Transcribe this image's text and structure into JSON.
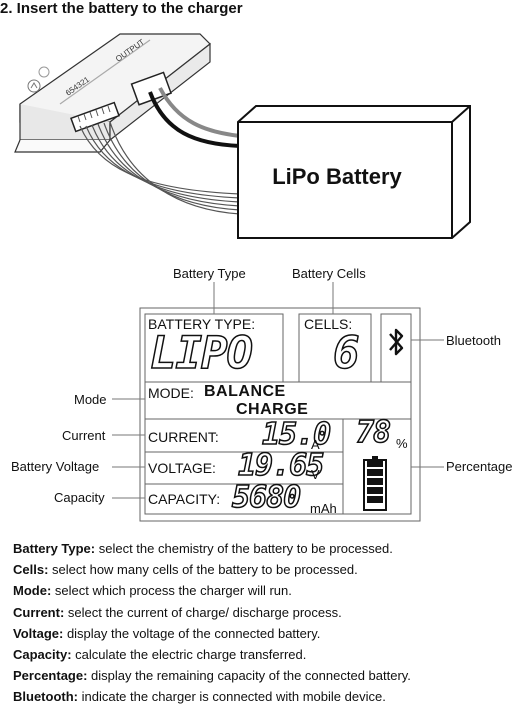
{
  "page": {
    "step_title": "2. Insert the battery to the charger"
  },
  "illustration": {
    "port_label": "654321",
    "output_label": "OUTPUT",
    "battery_label": "LiPo Battery"
  },
  "lcd": {
    "callouts": {
      "battery_type": "Battery Type",
      "battery_cells": "Battery Cells",
      "bluetooth": "Bluetooth",
      "mode": "Mode",
      "current": "Current",
      "battery_voltage": "Battery Voltage",
      "capacity": "Capacity",
      "percentage": "Percentage"
    },
    "battery_type_label": "BATTERY TYPE:",
    "battery_type_value": "LIPO",
    "cells_label": "CELLS:",
    "cells_value": "6",
    "mode_label": "MODE:",
    "mode_value_line1": "BALANCE",
    "mode_value_line2": "CHARGE",
    "current_label": "CURRENT:",
    "current_value": "15.0",
    "current_unit": "A",
    "voltage_label": "VOLTAGE:",
    "voltage_value": "19.65",
    "voltage_unit": "V",
    "capacity_label": "CAPACITY:",
    "capacity_value": "5680",
    "capacity_unit": "mAh",
    "percentage_value": "78",
    "percentage_unit": "%",
    "battery_level_bars": 5
  },
  "descriptions": [
    {
      "term": "Battery Type:",
      "text": " select the chemistry of the battery to be processed."
    },
    {
      "term": "Cells:",
      "text": " select how many cells of the battery to be processed."
    },
    {
      "term": "Mode:",
      "text": " select which process the charger will run."
    },
    {
      "term": "Current:",
      "text": " select the current of charge/ discharge process."
    },
    {
      "term": "Voltage:",
      "text": " display the voltage of the connected battery."
    },
    {
      "term": "Capacity:",
      "text": " calculate the electric charge transferred."
    },
    {
      "term": "Percentage:",
      "text": " display the remaining capacity of the connected battery."
    },
    {
      "term": "Bluetooth:",
      "text": " indicate the charger is connected with mobile device."
    }
  ]
}
